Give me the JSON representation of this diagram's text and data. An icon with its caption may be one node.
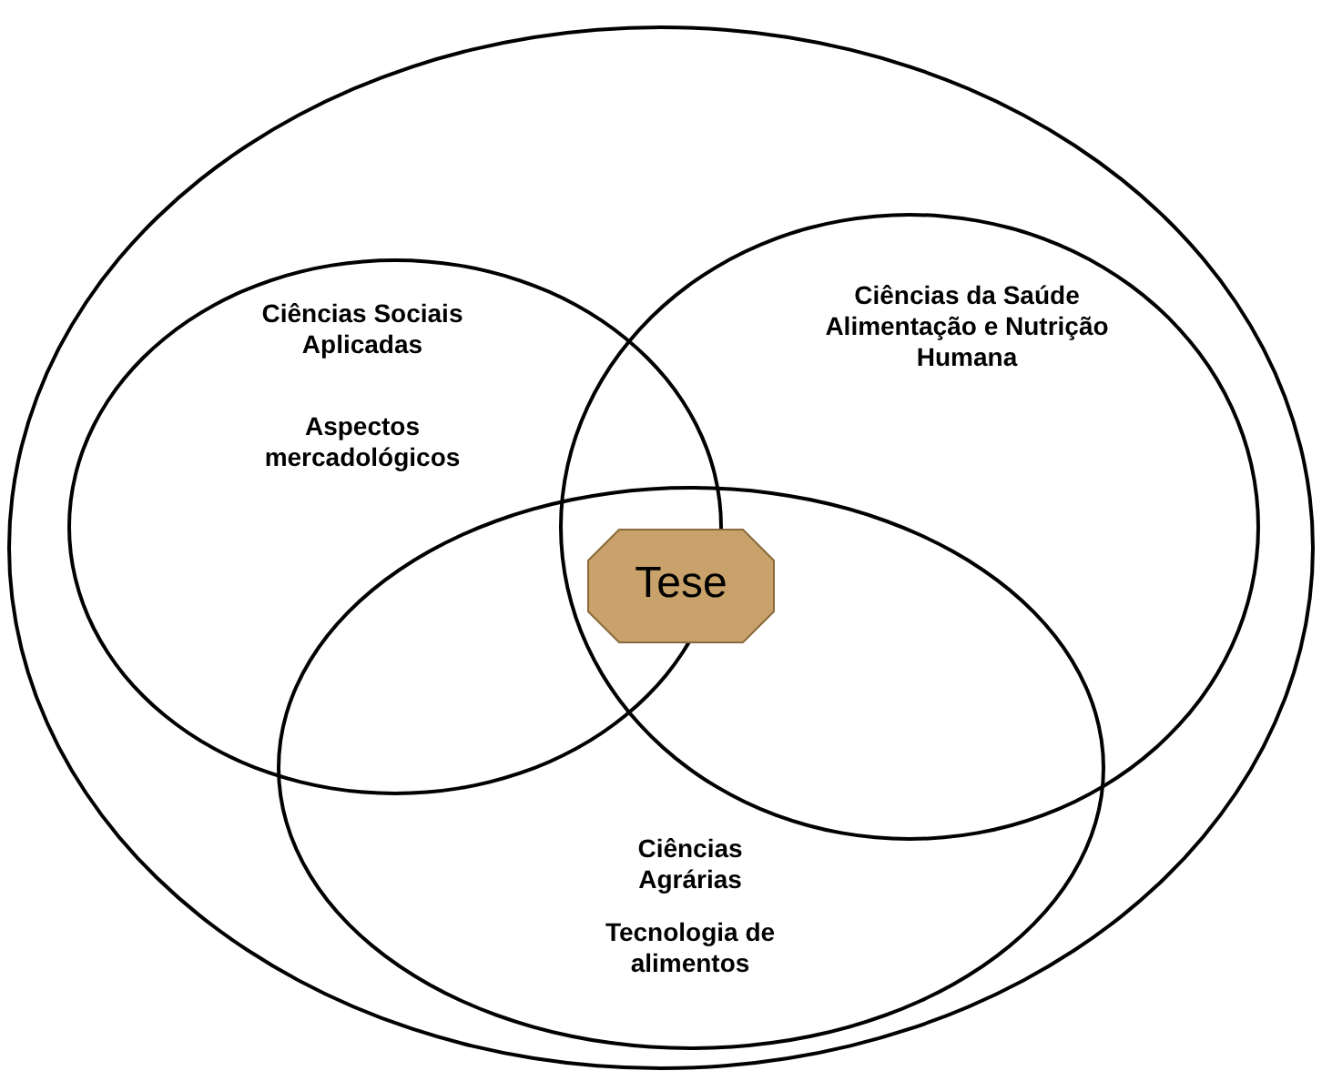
{
  "diagram": {
    "nodes": [
      {
        "text": [],
        "shape": "ellipse"
      },
      {
        "text": [
          "Ciências Sociais Aplicadas",
          "Aspectos mercadológicos"
        ],
        "in": 0
      },
      {
        "text": [
          "Ciências da Saúde Alimentação e Nutrição Humana"
        ],
        "in": 0
      },
      {
        "text": [
          "Ciências Agrárias",
          "Tecnologia de alimentos"
        ],
        "in": 0
      },
      {
        "text": [
          "Tese"
        ]
      }
    ]
  }
}
